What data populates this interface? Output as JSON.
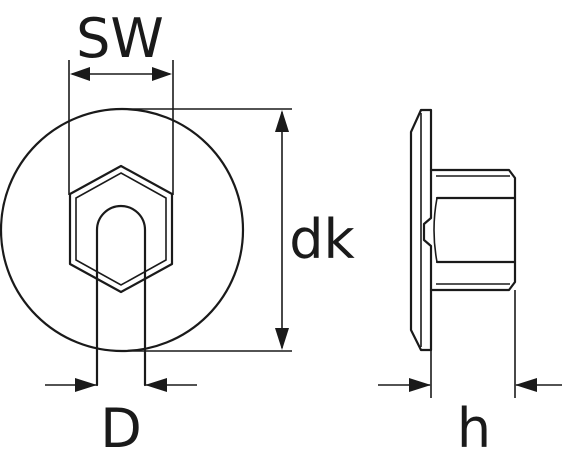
{
  "labels": {
    "sw": "SW",
    "dk": "dk",
    "d": "D",
    "h": "h"
  },
  "colors": {
    "line": "#1a1a1a",
    "background": "#ffffff"
  }
}
